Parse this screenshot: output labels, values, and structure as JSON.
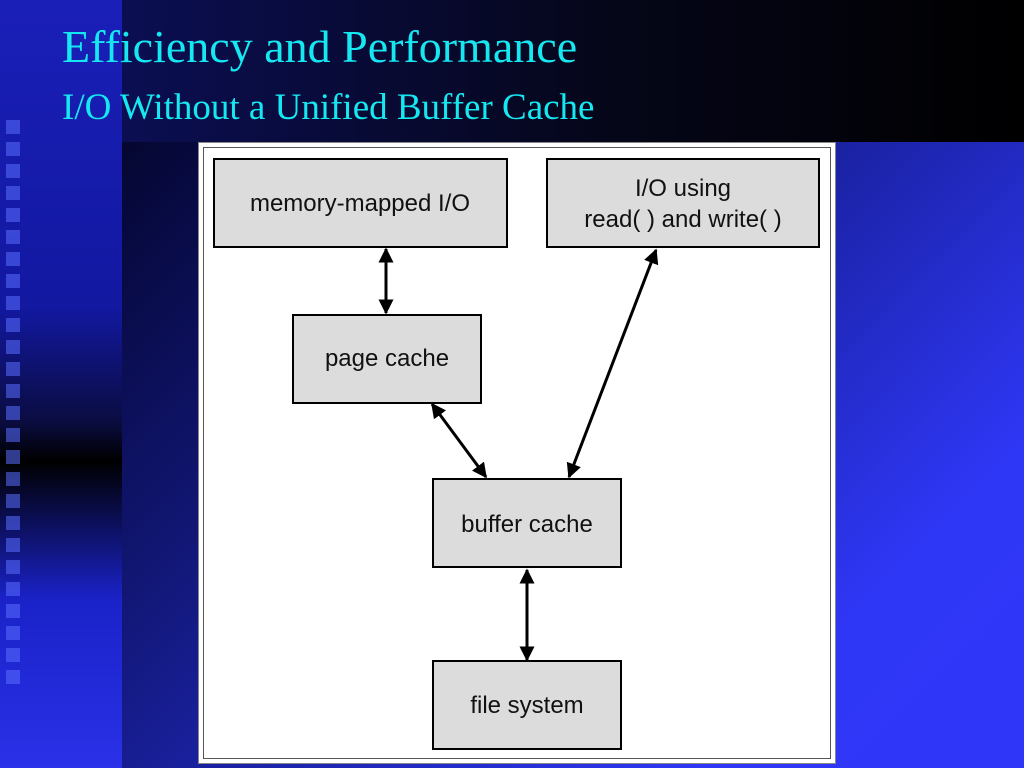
{
  "slide": {
    "title": "Efficiency and Performance",
    "subtitle": "I/O Without a Unified Buffer Cache"
  },
  "diagram": {
    "nodes": {
      "mmio": {
        "label": "memory-mapped I/O"
      },
      "rw": {
        "line1": "I/O using",
        "line2": "read( ) and write( )"
      },
      "page_cache": {
        "label": "page cache"
      },
      "buffer_cache": {
        "label": "buffer cache"
      },
      "file_system": {
        "label": "file system"
      }
    },
    "edges": [
      {
        "from": "mmio",
        "to": "page_cache",
        "direction": "bidirectional"
      },
      {
        "from": "rw",
        "to": "buffer_cache",
        "direction": "bidirectional"
      },
      {
        "from": "page_cache",
        "to": "buffer_cache",
        "direction": "bidirectional"
      },
      {
        "from": "buffer_cache",
        "to": "file_system",
        "direction": "bidirectional"
      }
    ]
  }
}
